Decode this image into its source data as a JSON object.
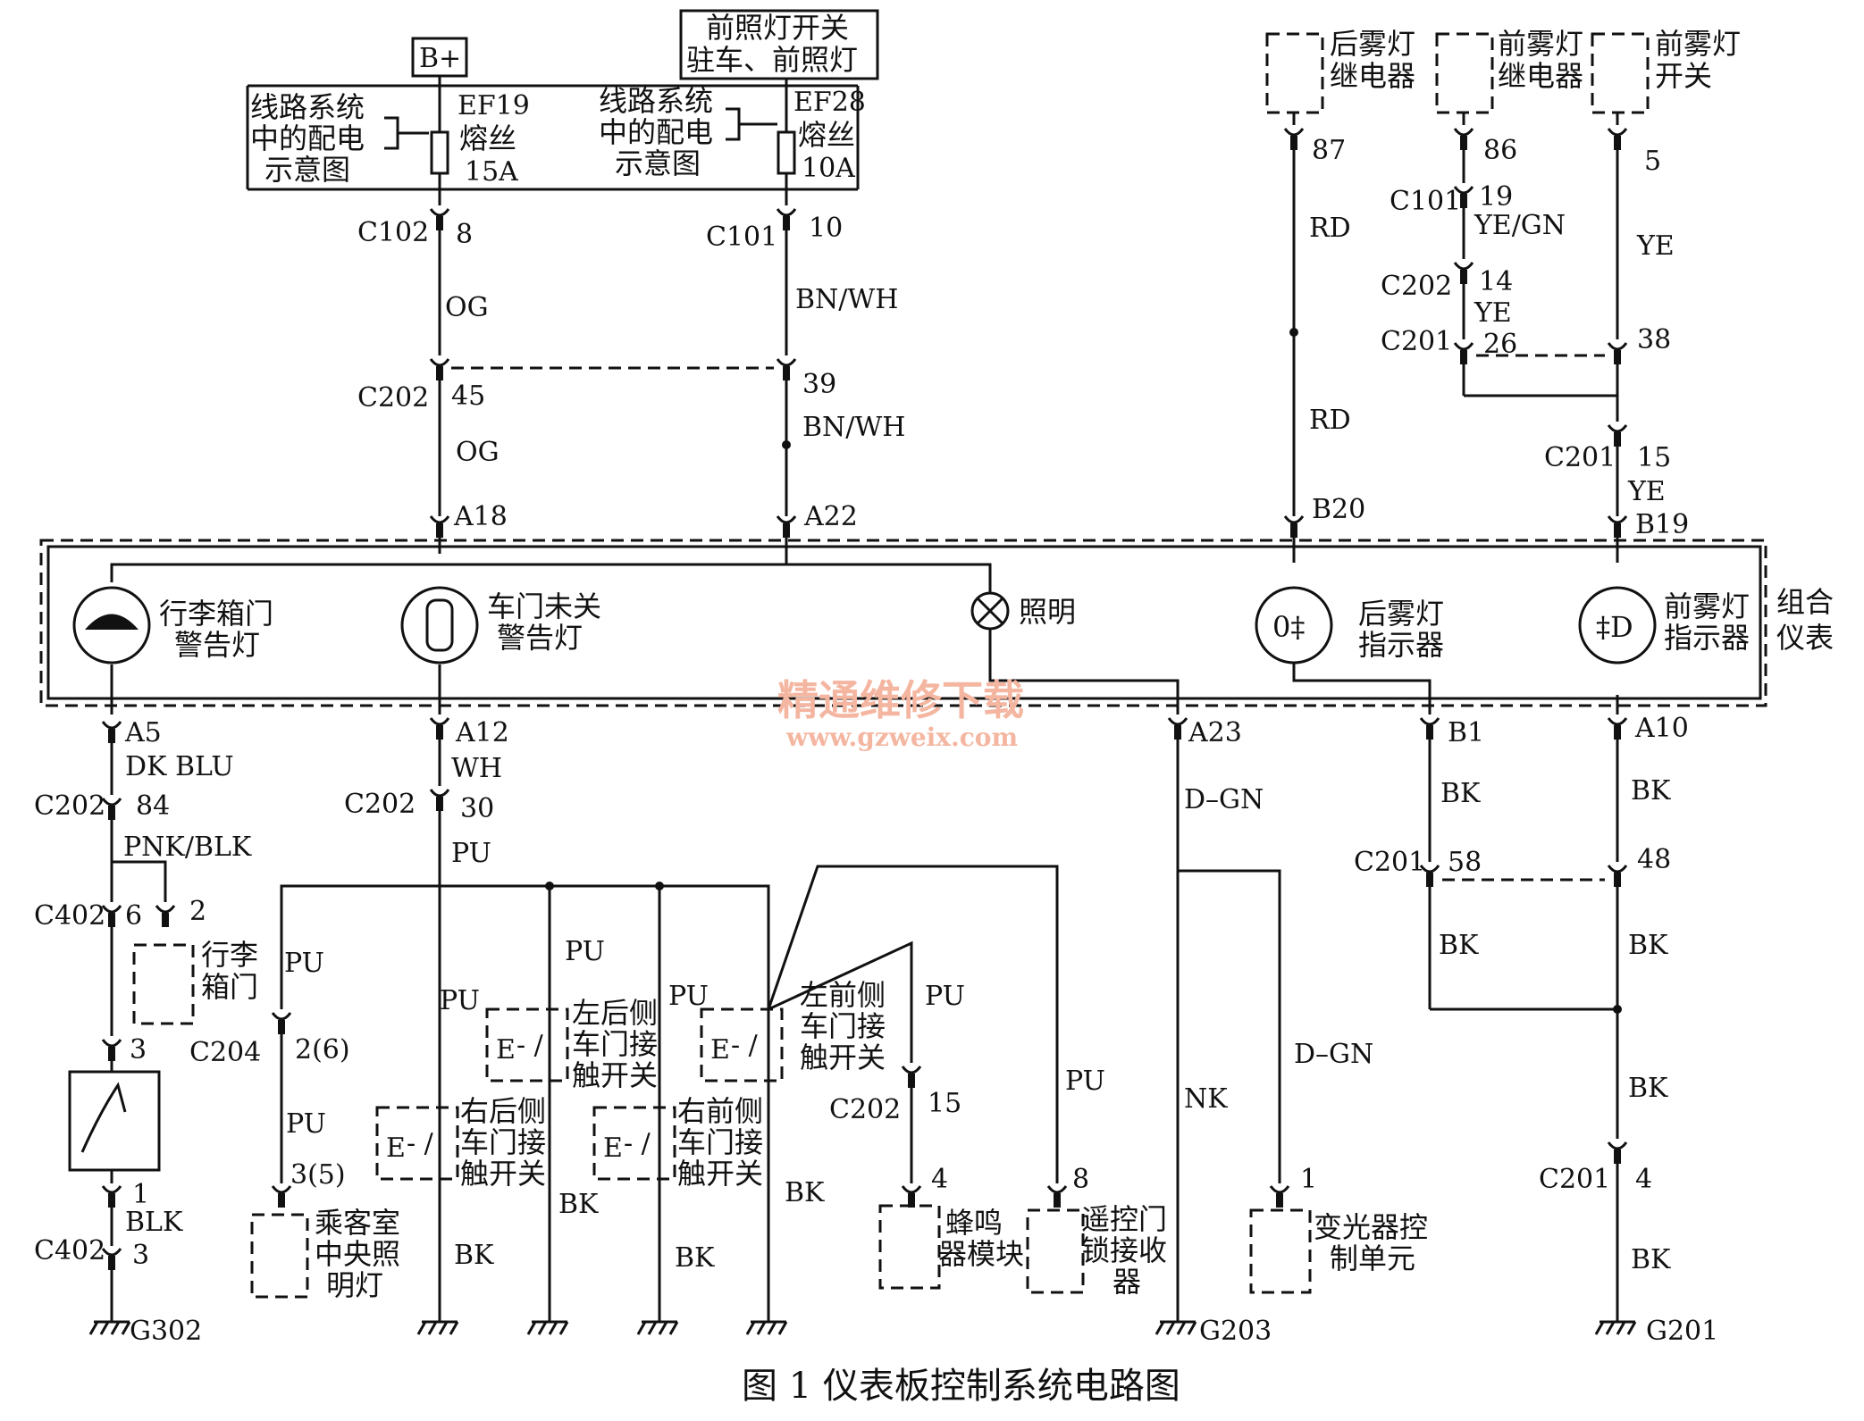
{
  "top": {
    "b_plus": "B+",
    "headlamp_switch_line1": "前照灯开关",
    "headlamp_switch_line2": "驻车、前照灯",
    "dist_left": [
      "线路系统",
      "中的配电",
      "示意图"
    ],
    "dist_right": [
      "线路系统",
      "中的配电",
      "示意图"
    ],
    "fuse_left": {
      "name": "EF19",
      "label": "熔丝",
      "rating": "15A"
    },
    "fuse_right": {
      "name": "EF28",
      "label": "熔丝",
      "rating": "10A"
    },
    "rear_fog_relay": [
      "后雾灯",
      "继电器"
    ],
    "front_fog_relay": [
      "前雾灯",
      "继电器"
    ],
    "front_fog_switch": [
      "前雾灯",
      "开关"
    ]
  },
  "labels": {
    "c102": "C102",
    "p8": "8",
    "og1": "OG",
    "c101a": "C101",
    "p10": "10",
    "bnwh1": "BN/WH",
    "c202a": "C202",
    "p45": "45",
    "p39": "39",
    "bnwh2": "BN/WH",
    "og2": "OG",
    "a18": "A18",
    "a22": "A22",
    "p87": "87",
    "rd1": "RD",
    "rd2": "RD",
    "b20": "B20",
    "p86": "86",
    "c101b": "C101",
    "p19": "19",
    "yegn": "YE/GN",
    "c202b": "C202",
    "p14": "14",
    "ye1": "YE",
    "c201a": "C201",
    "p26": "26",
    "p38": "38",
    "p5": "5",
    "ye2": "YE",
    "c201b": "C201",
    "p15": "15",
    "ye3": "YE",
    "b19": "B19",
    "a5": "A5",
    "dkblu": "DK BLU",
    "c202c": "C202",
    "p84": "84",
    "pnkblk": "PNK/BLK",
    "c402a": "C402",
    "p6": "6",
    "p2": "2",
    "p3a": "3",
    "p1": "1",
    "blk": "BLK",
    "c402b": "C402",
    "p3b": "3",
    "g302": "G302",
    "a12": "A12",
    "wh": "WH",
    "c202d": "C202",
    "p30": "30",
    "pu1": "PU",
    "pu2": "PU",
    "c204": "C204",
    "p26b": "2(6)",
    "pu3": "PU",
    "p35": "3(5)",
    "pu4": "PU",
    "pu5": "PU",
    "pu6": "PU",
    "pu7": "PU",
    "pu8": "PU",
    "bk1": "BK",
    "bk2": "BK",
    "bk3": "BK",
    "bk4": "BK",
    "c202e": "C202",
    "p15b": "15",
    "p4": "4",
    "p8b": "8",
    "a23": "A23",
    "dgn1": "D–GN",
    "nk": "NK",
    "dgn2": "D–GN",
    "p1b": "1",
    "g203": "G203",
    "b1": "B1",
    "bk5": "BK",
    "a10": "A10",
    "bk6": "BK",
    "c201c": "C201",
    "p58": "58",
    "p48": "48",
    "bk7": "BK",
    "bk8": "BK",
    "bk9": "BK",
    "c201d": "C201",
    "p4b": "4",
    "bk10": "BK",
    "g201": "G201",
    "switch_e": "E"
  },
  "cluster": {
    "trunk_lamp": [
      "行李箱门",
      "警告灯"
    ],
    "door_lamp": [
      "车门未关",
      "警告灯"
    ],
    "illumination": "照明",
    "rear_fog_ind": [
      "后雾灯",
      "指示器"
    ],
    "front_fog_ind": [
      "前雾灯",
      "指示器"
    ],
    "cluster_name": [
      "组合",
      "仪表"
    ]
  },
  "components": {
    "trunk": [
      "行李",
      "箱门"
    ],
    "dome": [
      "乘客室",
      "中央照",
      "明灯"
    ],
    "lr_door": [
      "左后侧",
      "车门接",
      "触开关"
    ],
    "rr_door": [
      "右后侧",
      "车门接",
      "触开关"
    ],
    "lf_door": [
      "左前侧",
      "车门接",
      "触开关"
    ],
    "rf_door": [
      "右前侧",
      "车门接",
      "触开关"
    ],
    "buzzer": [
      "蜂鸣",
      "器模块"
    ],
    "remote": [
      "遥控门",
      "锁接收",
      "器"
    ],
    "dimmer": [
      "变光器控",
      "制单元"
    ]
  },
  "watermark": {
    "line1": "精通维修下载",
    "line2": "www.gzweix.com",
    "color": "#f4b6a0"
  },
  "caption": "图 1  仪表板控制系统电路图"
}
